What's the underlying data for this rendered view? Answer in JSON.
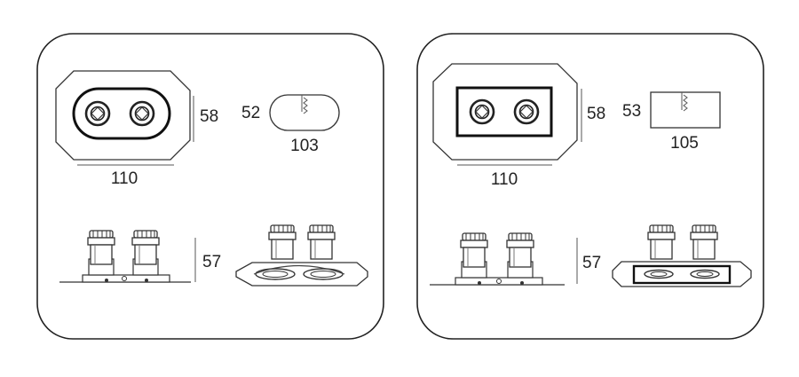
{
  "panels": [
    {
      "variant": "round-trim",
      "top_width": "110",
      "top_height": "58",
      "cutout_height": "52",
      "cutout_width": "103",
      "side_height": "57"
    },
    {
      "variant": "square-trim",
      "top_width": "110",
      "top_height": "58",
      "cutout_height": "53",
      "cutout_width": "105",
      "side_height": "57"
    }
  ],
  "colors": {
    "line": "#333333",
    "background": "#ffffff"
  }
}
